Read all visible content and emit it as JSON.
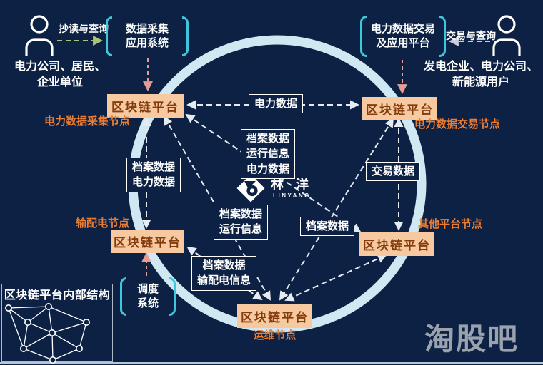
{
  "colors": {
    "background": "#0d2144",
    "ring": "#cfe8f1",
    "node_box_bg": "#f6c9a0",
    "node_box_text": "#843c0c",
    "role_text": "#ed7d31",
    "bracket_cyan": "#3ec6dc",
    "pink_arrow": "#e59e96",
    "green_arrow": "#a9c47f",
    "white_line": "#e6ebf2"
  },
  "actors": {
    "left": {
      "action": "抄读与查询",
      "name_lines": [
        "电力公司、居民、",
        "企业单位"
      ]
    },
    "right": {
      "action": "交易与查询",
      "name_lines": [
        "发电企业、电力公司、",
        "新能源用户"
      ]
    }
  },
  "systems": {
    "collection_lines": [
      "数据采集",
      "应用系统"
    ],
    "trading_lines": [
      "电力数据交易",
      "及应用平台"
    ],
    "dispatch_lines": [
      "调度",
      "系统"
    ]
  },
  "nodes": {
    "label": "区块链平台",
    "roles": {
      "collect": "电力数据采集节点",
      "trade": "电力数据交易节点",
      "distribution": "输配电节点",
      "other": "其他平台节点",
      "ops": "运维节点"
    }
  },
  "edge_labels": {
    "power": "电力数据",
    "archive_run_power": [
      "档案数据",
      "运行信息",
      "电力数据"
    ],
    "trade": "交易数据",
    "archive": "档案数据",
    "archive_run": [
      "档案数据",
      "运行信息"
    ],
    "archive_power": [
      "档案数据",
      "电力数据"
    ],
    "archive_dist": [
      "档案数据",
      "输配电信息"
    ]
  },
  "logo": {
    "cn": "林 洋",
    "en": "LINYANG"
  },
  "inner_structure": {
    "title": "区块链平台内部结构"
  },
  "watermark": "淘股吧"
}
